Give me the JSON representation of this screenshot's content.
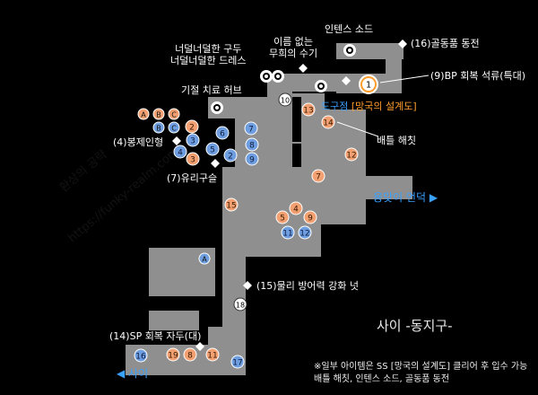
{
  "area_title": "사이 -동지구-",
  "colors": {
    "floor": "#8f8f8f",
    "background": "#000000",
    "orange_marker": "#f2a071",
    "blue_marker": "#6e9ee0",
    "exit_label": "#3aa0ff",
    "highlight_label": "#ff9d2e"
  },
  "labels": {
    "intense_sword": "인텐스 소드",
    "antique_coin": "(16)골동품 동전",
    "nameless_tomb": "이름 없는\n무희의 수기",
    "ragged_dress": "너덜너덜한 구두\n너덜너덜한 드레스",
    "bp_stone": "(9)BP 회복 석류(특대)",
    "curing_herb": "기절 치료 허브",
    "weapon_shop": "도구점",
    "blueprint": "[망국의 설계도]",
    "ex_seal": "(4)봉제인형",
    "glass_bead": "(7)유리구슬",
    "battle_note": "배틀 해칫",
    "exit_east": "용맞이 언덕 ▶",
    "water_resist": "(15)물리 방어력 강화 넛",
    "sp_herb": "(14)SP 회복 자두(대)",
    "exit_west": "◀ 사이"
  },
  "footnote": [
    "※일부 아이템은 SS [망국의 설계도] 클리어 후 입수 가능",
    "배틀 해칫, 인텐스 소드, 골동품 동전"
  ],
  "watermarks": [
    "환상의 공략",
    "https://funky-realm.com"
  ],
  "markers": {
    "orange": [
      "2",
      "3",
      "7",
      "13",
      "14",
      "12",
      "15",
      "4",
      "5",
      "9",
      "8",
      "19",
      "11"
    ],
    "blue": [
      "6",
      "7",
      "8",
      "9",
      "3",
      "5",
      "4",
      "2",
      "11",
      "12",
      "16",
      "17"
    ],
    "letter": [
      "A",
      "B",
      "C",
      "B",
      "C",
      "A"
    ],
    "white": [
      "10",
      "18"
    ],
    "featured": [
      "1"
    ]
  }
}
